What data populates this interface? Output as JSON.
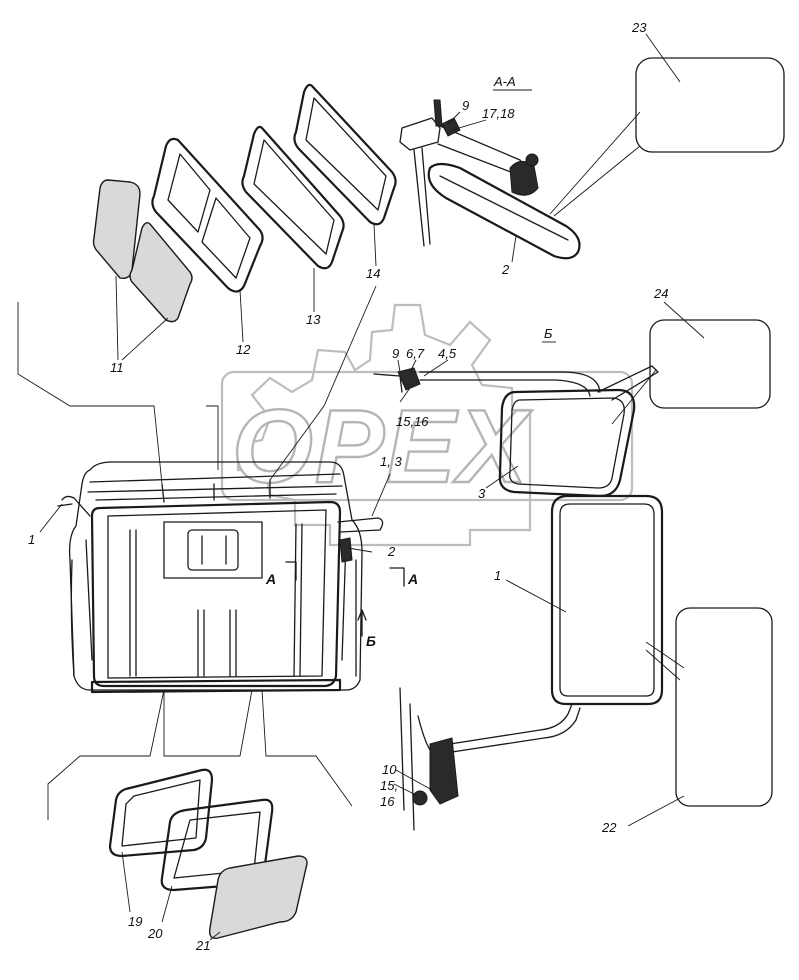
{
  "watermark": {
    "text": "OPEX"
  },
  "section_labels": {
    "aa": "А-А",
    "b": "Б",
    "a_left": "А",
    "a_right": "А",
    "b_arrow": "Б"
  },
  "callouts": [
    {
      "id": "c23",
      "text": "23"
    },
    {
      "id": "c9a",
      "text": "9"
    },
    {
      "id": "c1718",
      "text": "17,18"
    },
    {
      "id": "c2a",
      "text": "2"
    },
    {
      "id": "c14",
      "text": "14"
    },
    {
      "id": "c13",
      "text": "13"
    },
    {
      "id": "c12",
      "text": "12"
    },
    {
      "id": "c11",
      "text": "11"
    },
    {
      "id": "c24",
      "text": "24"
    },
    {
      "id": "c9b",
      "text": "9"
    },
    {
      "id": "c67",
      "text": "6,7"
    },
    {
      "id": "c45",
      "text": "4,5"
    },
    {
      "id": "c1516a",
      "text": "15,16"
    },
    {
      "id": "c3",
      "text": "3"
    },
    {
      "id": "c13b",
      "text": "1, 3"
    },
    {
      "id": "c1a",
      "text": "1"
    },
    {
      "id": "c2b",
      "text": "2"
    },
    {
      "id": "c1b",
      "text": "1"
    },
    {
      "id": "c10",
      "text": "10"
    },
    {
      "id": "c15",
      "text": "15,"
    },
    {
      "id": "c16",
      "text": "16"
    },
    {
      "id": "c22",
      "text": "22"
    },
    {
      "id": "c19",
      "text": "19"
    },
    {
      "id": "c20",
      "text": "20"
    },
    {
      "id": "c21",
      "text": "21"
    }
  ]
}
